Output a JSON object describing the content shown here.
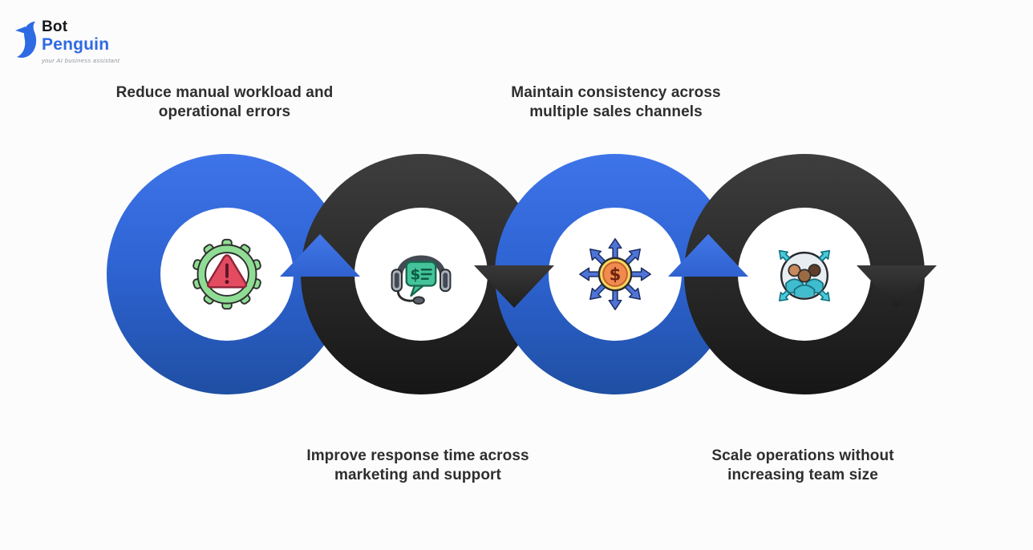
{
  "logo": {
    "brand_line1": "Bot",
    "brand_line2": "Penguin",
    "tagline": "your AI business assistant",
    "colors": {
      "bot_text": "#15181c",
      "penguin_text": "#2e6ae3"
    }
  },
  "diagram": {
    "steps": [
      {
        "id": 1,
        "ring_style": "blue",
        "label": "Reduce manual workload and\noperational errors",
        "label_position": "top",
        "icon": "gear-warning-icon"
      },
      {
        "id": 2,
        "ring_style": "dark",
        "label": "Improve response time across\nmarketing and support",
        "label_position": "bottom",
        "icon": "support-headset-icon"
      },
      {
        "id": 3,
        "ring_style": "blue",
        "label": "Maintain consistency across\nmultiple sales channels",
        "label_position": "top",
        "icon": "revenue-distribution-icon"
      },
      {
        "id": 4,
        "ring_style": "dark",
        "label": "Scale operations without\nincreasing team size",
        "label_position": "bottom",
        "icon": "team-scaling-icon"
      }
    ],
    "colors": {
      "blue_ring_top": "#3e74e9",
      "blue_ring_bottom": "#1f4fa3",
      "dark_ring_top": "#3e3e3e",
      "dark_ring_bottom": "#161616",
      "label_text": "#2e2e2e",
      "background": "#fcfcfc",
      "icon_green": "#8fdd94",
      "icon_red": "#e34b61",
      "icon_teal": "#44c39b",
      "icon_coin_yellow": "#f6d45f",
      "icon_coin_orange": "#f08a4e",
      "icon_arrow_blue": "#4f74d8",
      "icon_cyan": "#49c9d8"
    }
  }
}
